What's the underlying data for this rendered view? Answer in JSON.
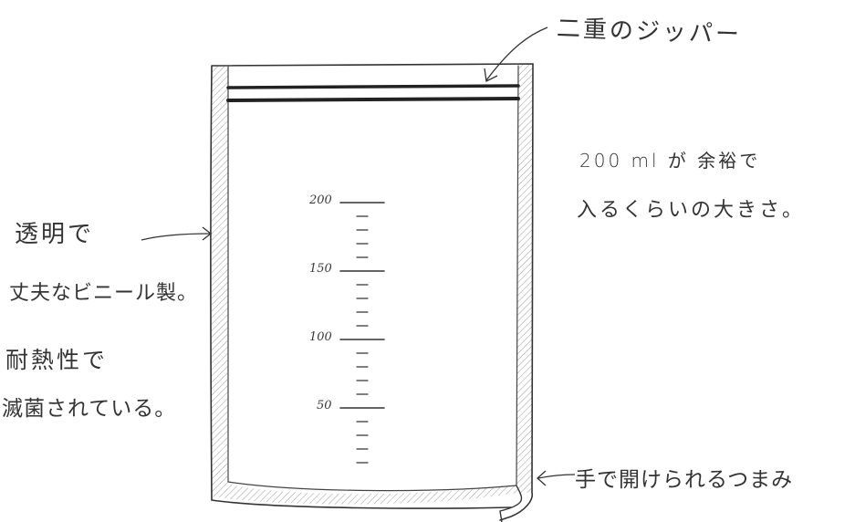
{
  "annotations": {
    "zipper": "二重のジッパー",
    "capacity_line1": "200 ml が 余裕で",
    "capacity_line2": "入るくらいの大きさ。",
    "material_line1": "透明で",
    "material_line2": "丈夫なビニール製。",
    "sterile_line1": "耐熱性で",
    "sterile_line2": "滅菌されている。",
    "tab": "手で開けられるつまみ"
  },
  "scale": {
    "labels": [
      "200",
      "150",
      "100",
      "50"
    ],
    "major_values": [
      200,
      150,
      100,
      50
    ],
    "minor_step": 10,
    "min": 0,
    "max": 200,
    "unit": "ml"
  },
  "colors": {
    "ink": "#333333",
    "hatch": "#9a9a9a",
    "paper": "#ffffff"
  }
}
